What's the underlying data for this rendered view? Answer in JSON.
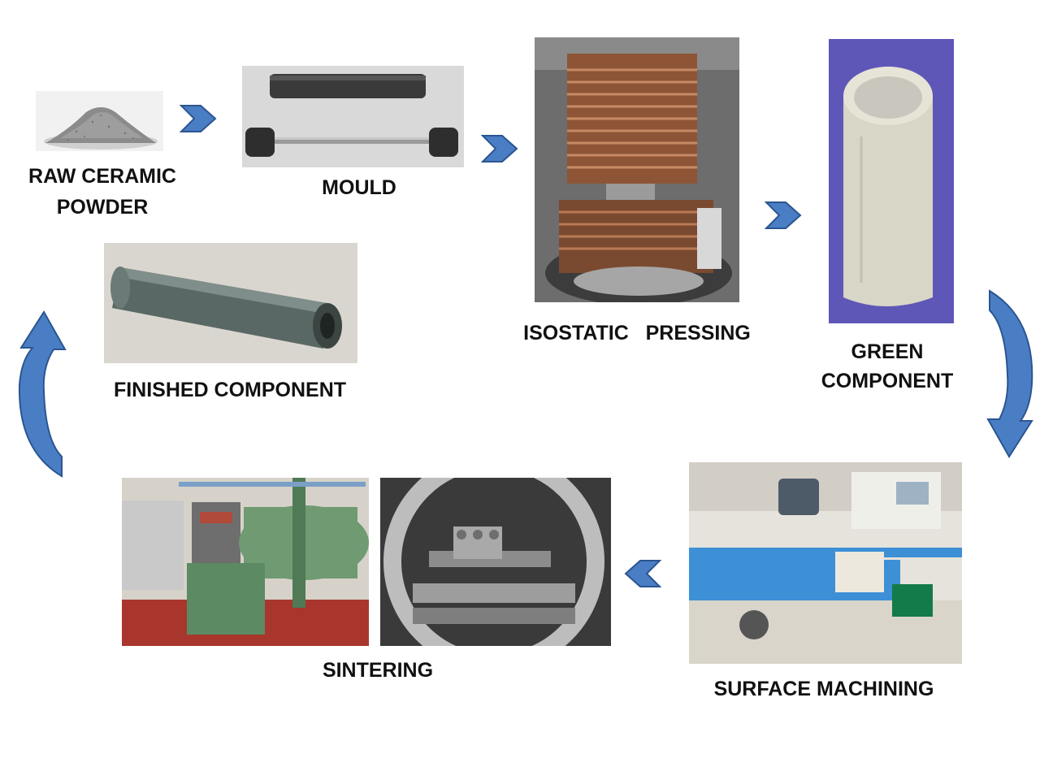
{
  "diagram": {
    "steps": {
      "raw_powder": {
        "line1": "RAW CERAMIC",
        "line2": "POWDER"
      },
      "mould": {
        "label": "MOULD"
      },
      "isostatic": {
        "label": "ISOSTATIC   PRESSING"
      },
      "green": {
        "line1": "GREEN",
        "line2": "COMPONENT"
      },
      "machining": {
        "label": "SURFACE MACHINING"
      },
      "sintering": {
        "label": "SINTERING"
      },
      "finished": {
        "label": "FINISHED COMPONENT"
      }
    },
    "colors": {
      "arrow_fill": "#4a7ec4",
      "arrow_stroke": "#2b5590",
      "green_bg": "#5f57b8",
      "machine_blue": "#3d8fd6",
      "furnace_green": "#6f9a72"
    },
    "icons": {
      "chevron": "chevron-right-icon",
      "curved": "curved-arrow-icon"
    }
  }
}
